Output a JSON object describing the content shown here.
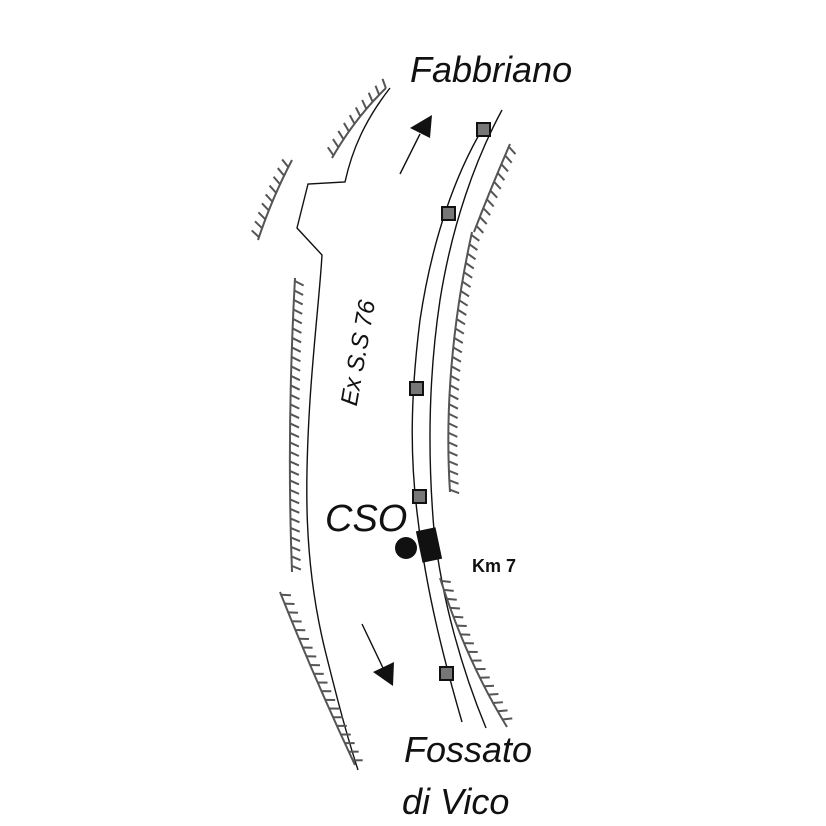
{
  "map": {
    "destination_north": "Fabbriano",
    "destination_south_line1": "Fossato",
    "destination_south_line2": "di Vico",
    "road_label": "Ex S.S 76",
    "site_label": "CSO",
    "km_label": "Km 7"
  },
  "colors": {
    "line": "#111111",
    "hatch": "#555555",
    "marker_fill": "#777777"
  },
  "icons": [
    "arrow-north-icon",
    "arrow-south-icon",
    "cso-point-icon",
    "km-marker-icon"
  ]
}
